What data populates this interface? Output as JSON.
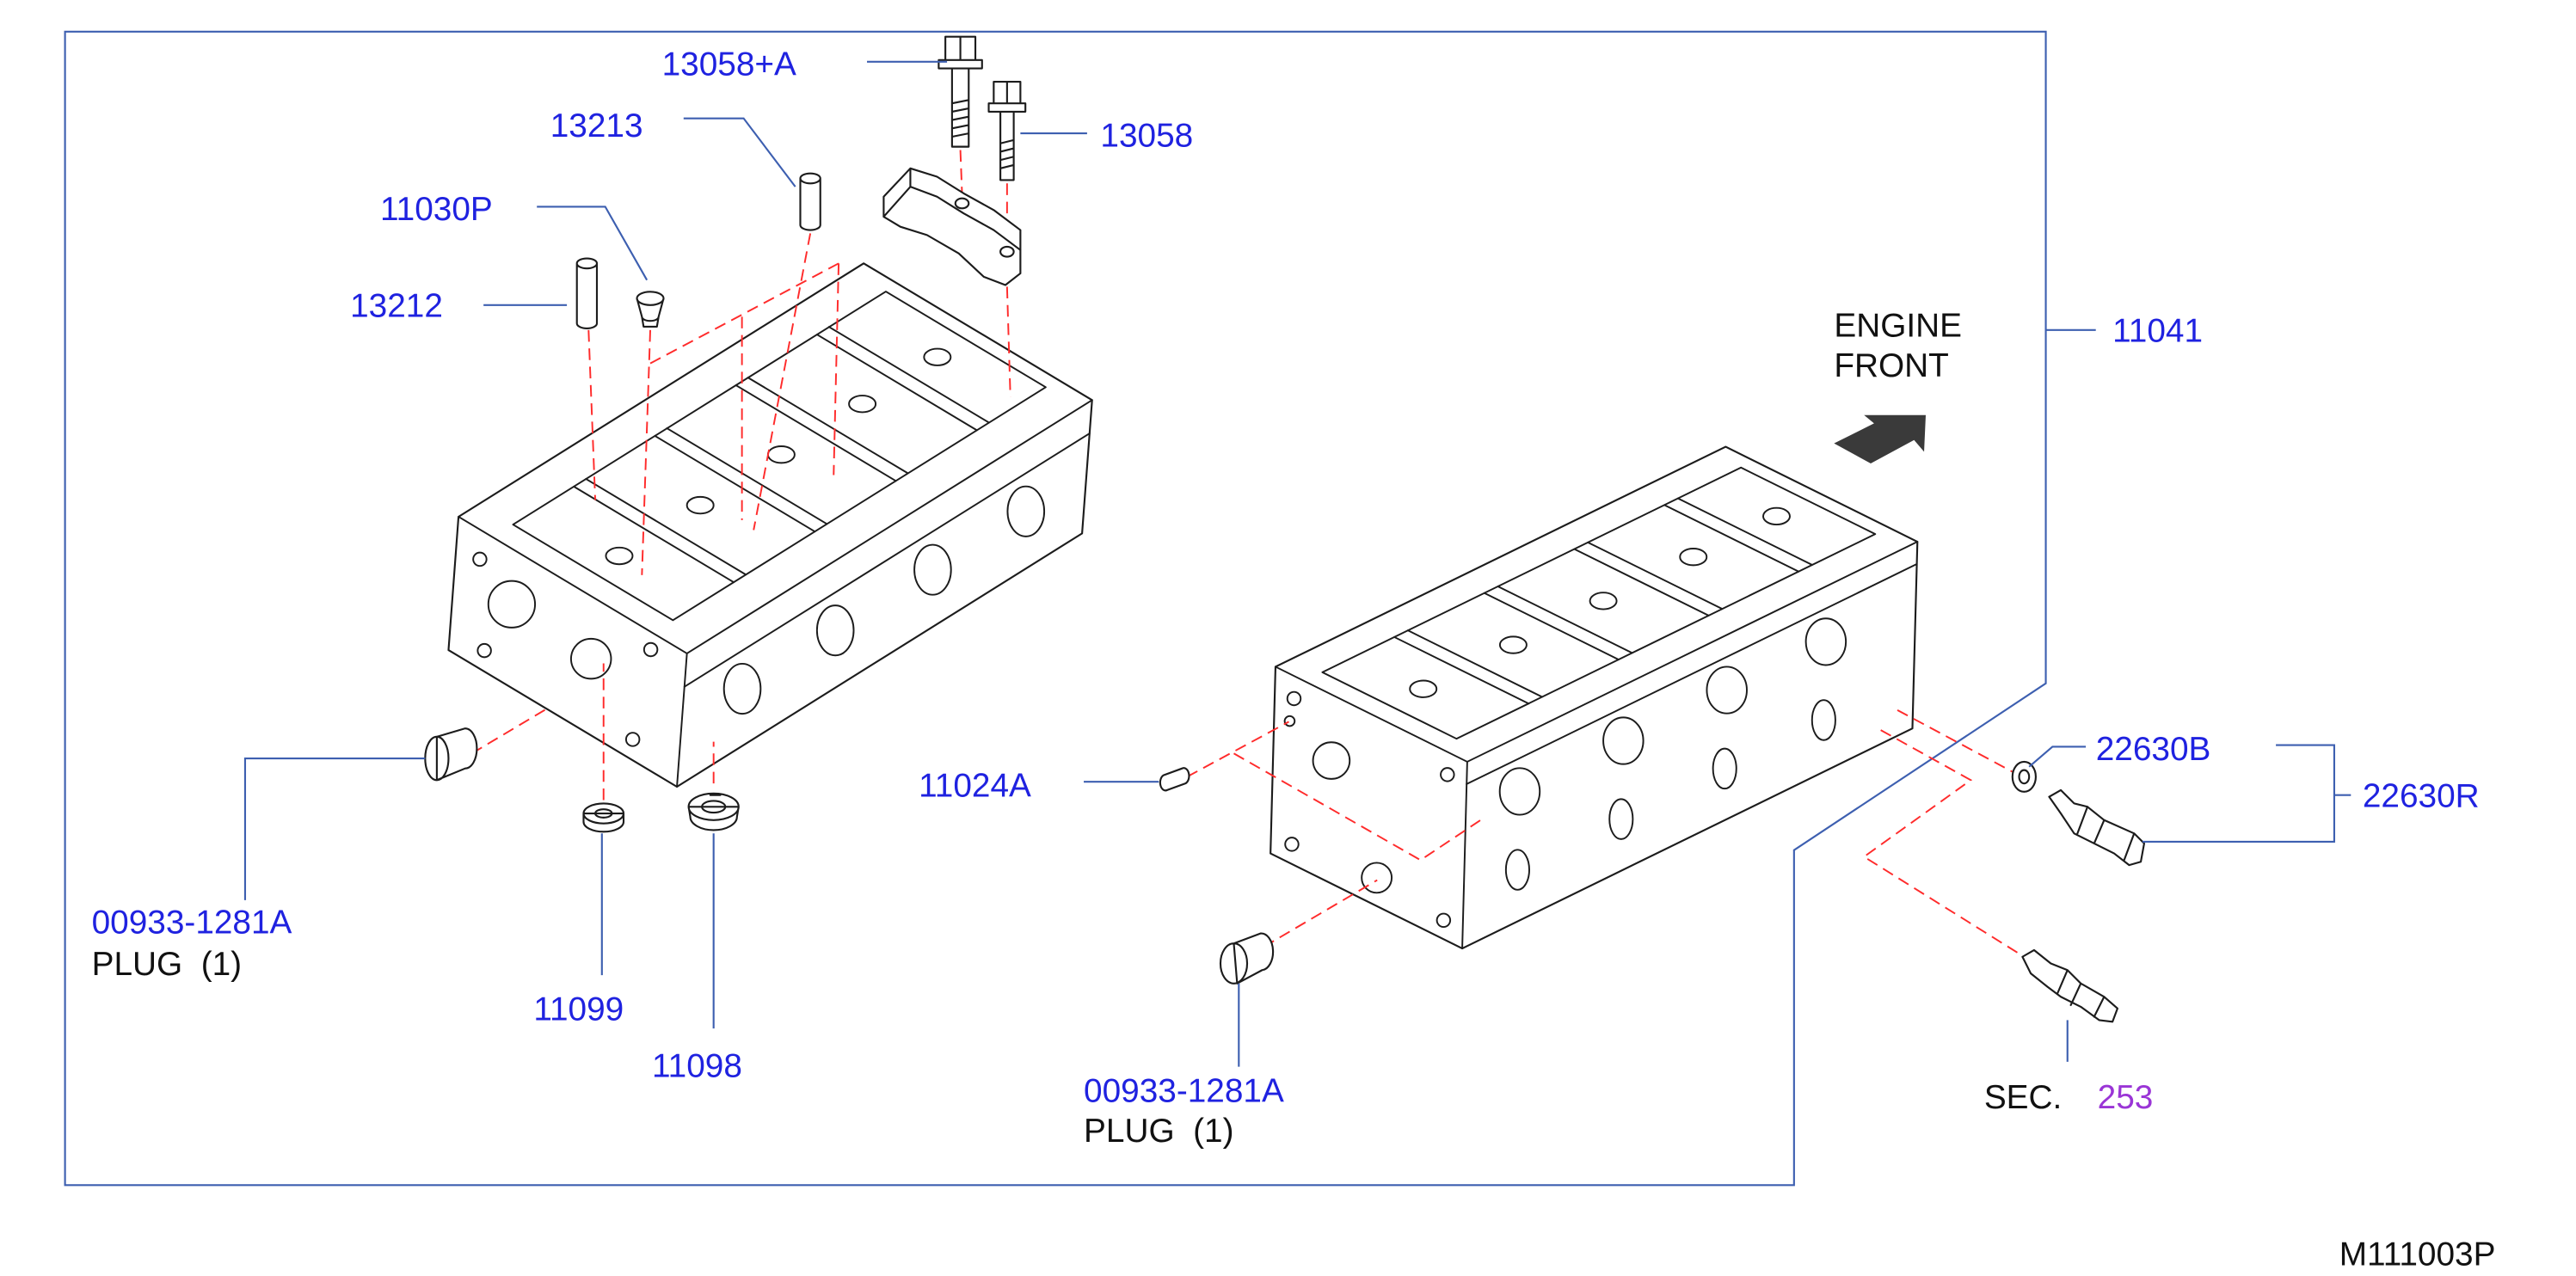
{
  "callouts": {
    "bolt_13058a": "13058+A",
    "part_13213": "13213",
    "part_11030p": "11030P",
    "part_13212": "13212",
    "bolt_13058": "13058",
    "cylinder_head": "11041",
    "washer_22630b": "22630B",
    "sensor_22630r": "22630R",
    "pin_11024a": "11024A",
    "washer_11099": "11099",
    "part_11098": "11098"
  },
  "plugs": [
    {
      "part_number": "00933-1281A",
      "description": "PLUG  (1)"
    },
    {
      "part_number": "00933-1281A",
      "description": "PLUG  (1)"
    }
  ],
  "orientation": {
    "line1": "ENGINE",
    "line2": "FRONT",
    "icon": "direction-arrow-icon"
  },
  "section_ref": {
    "prefix": "SEC.",
    "number": "253"
  },
  "figure": {
    "code": "M111003P"
  },
  "colors": {
    "part_number_text": "#1f22e0",
    "section_link_text": "#9a35d6",
    "leader_line": "#3d5fb0",
    "hidden_line": "#ff2b2b",
    "line_art": "#1c1c1c",
    "direction_arrow": "#3a3a3a",
    "plain_text": "#111111",
    "background": "#ffffff"
  }
}
